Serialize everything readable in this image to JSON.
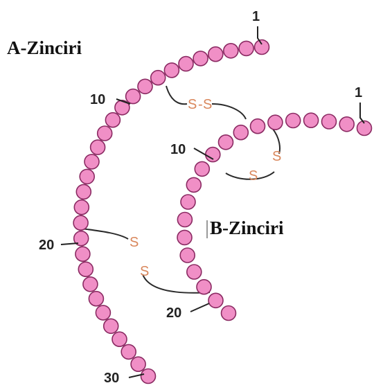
{
  "chains": {
    "a": {
      "title": "A-Zinciri",
      "labels": {
        "start": "1",
        "ten": "10",
        "twenty": "20",
        "thirty": "30"
      }
    },
    "b": {
      "title": "B-Zinciri",
      "labels": {
        "start": "1",
        "ten": "10",
        "twenty": "20"
      }
    }
  },
  "disulfide": {
    "bond1": [
      "S",
      "S"
    ],
    "bond2": [
      "S",
      "S"
    ],
    "bond3": [
      "S",
      "S"
    ]
  },
  "colors": {
    "bead_fill": "#f08fc6",
    "bead_stroke": "#8a2a62",
    "ss_text": "#d9875c"
  }
}
